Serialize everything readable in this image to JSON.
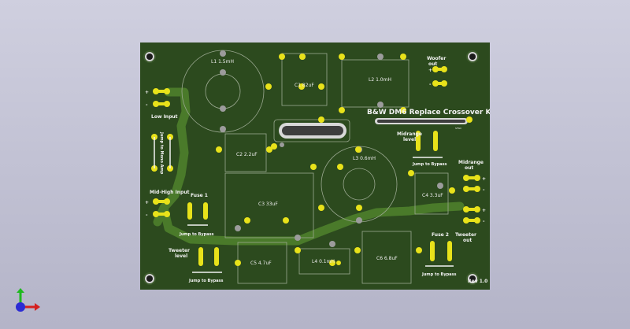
{
  "board": {
    "title": "B&W DM6 Replace Crossover Kit",
    "revision": "Rev 1.0",
    "small_mark": "SFSD"
  },
  "labels": {
    "l1": "L1 1.5mH",
    "c1": "C1 82uF",
    "l2": "L2 1.0mH",
    "c2": "C2 2.2uF",
    "l3": "L3 0.6mH",
    "c3": "C3 33uF",
    "c4": "C4 3.3uF",
    "c5": "C5 4.7uF",
    "l4": "L4 0.1mH",
    "c6": "C6 6.8uF"
  },
  "connectors": {
    "woofer": [
      "Woofer",
      "out"
    ],
    "low_input": "Low Input",
    "mono_amp": "Jump to Mono Amp",
    "midrange_level": [
      "Midrange",
      "level"
    ],
    "jump_bypass_mid": "Jump to Bypass",
    "midrange_out": [
      "Midrange",
      "out"
    ],
    "mid_high_input": "Mid-High Input",
    "fuse1": "Fuse 1",
    "jump_bypass_fuse1": "Jump to Bypass",
    "fuse2": "Fuse 2",
    "jump_bypass_fuse2": "Jump to Bypass",
    "tweeter_out": [
      "Tweeter",
      "out"
    ],
    "tweeter_level": [
      "Tweeter",
      "level"
    ],
    "jump_bypass_tweeter": "Jump to Bypass"
  },
  "polarity": {
    "plus": "+",
    "minus": "-"
  },
  "colors": {
    "board": "#2c4a1e",
    "trace": "#4a7a2a",
    "pad": "#e8e21a",
    "silkscreen": "#f2f2f2",
    "fab_outline": "#9aa890",
    "background": "#c4c4d6"
  },
  "icons": {
    "axis_widget": "xyz-axis-gizmo"
  }
}
